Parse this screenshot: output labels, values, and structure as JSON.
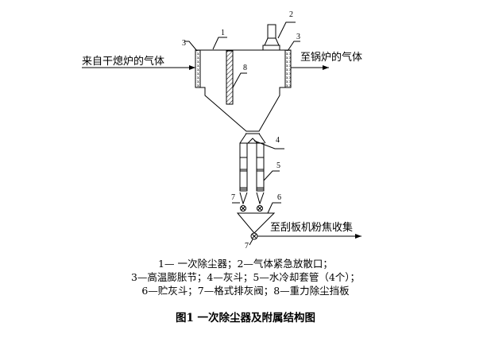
{
  "inlet_label": "来自干熄炉的气体",
  "outlet_label": "至锅炉的气体",
  "discharge_label": "至刮板机粉焦收集",
  "part_numbers": {
    "n1": "1",
    "n2": "2",
    "n3a": "3",
    "n3b": "3",
    "n4": "4",
    "n5": "5",
    "n6": "6",
    "n7a": "7",
    "n7b": "7",
    "n8": "8"
  },
  "legend": [
    "1— 一次除尘器；2—气体紧急放散口；",
    "3—高温膨胀节；4—灰斗；5—水冷却套管（4个）；",
    "6—贮灰斗；7—格式排灰阀；8—重力除尘挡板"
  ],
  "caption": "图1   一次除尘器及附属结构图"
}
